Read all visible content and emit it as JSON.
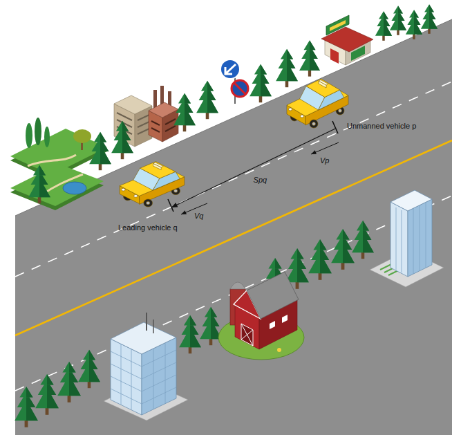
{
  "diagram": {
    "nodes": [
      {
        "text": [
          "Unmanned vehicle p"
        ]
      },
      {
        "text": [
          "Leading vehicle q"
        ]
      }
    ],
    "edges": [
      {
        "from": 0,
        "to": 1,
        "arrow": "to",
        "label": "Spq"
      }
    ],
    "labels": [
      "Vp",
      "Vq"
    ]
  }
}
